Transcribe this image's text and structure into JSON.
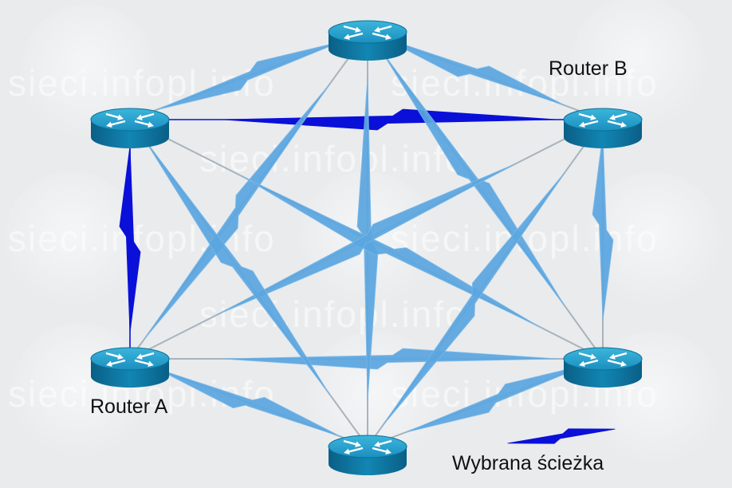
{
  "diagram": {
    "labels": {
      "router_a": "Router A",
      "router_b": "Router B",
      "legend": "Wybrana ścieżka"
    },
    "watermark_text": "sieci.infopl.info",
    "routers": [
      {
        "id": "top"
      },
      {
        "id": "upper-left"
      },
      {
        "id": "upper-right",
        "name": "Router B"
      },
      {
        "id": "lower-left",
        "name": "Router A"
      },
      {
        "id": "lower-right"
      },
      {
        "id": "bottom"
      }
    ],
    "links": [
      {
        "from": "top",
        "to": "upper-left",
        "style": "lightning"
      },
      {
        "from": "top",
        "to": "upper-right",
        "style": "lightning"
      },
      {
        "from": "upper-left",
        "to": "upper-right",
        "style": "lightning",
        "selected": true
      },
      {
        "from": "upper-left",
        "to": "lower-left",
        "style": "lightning",
        "selected": true
      },
      {
        "from": "upper-right",
        "to": "lower-right",
        "style": "lightning"
      },
      {
        "from": "lower-left",
        "to": "lower-right",
        "style": "lightning"
      },
      {
        "from": "lower-left",
        "to": "bottom",
        "style": "lightning"
      },
      {
        "from": "lower-right",
        "to": "bottom",
        "style": "lightning"
      },
      {
        "from": "top",
        "to": "lower-left",
        "style": "lightning"
      },
      {
        "from": "top",
        "to": "bottom",
        "style": "lightning"
      },
      {
        "from": "top",
        "to": "lower-right",
        "style": "lightning"
      },
      {
        "from": "upper-left",
        "to": "lower-right",
        "style": "lightning"
      },
      {
        "from": "upper-right",
        "to": "lower-left",
        "style": "lightning"
      },
      {
        "from": "upper-left",
        "to": "bottom",
        "style": "lightning"
      },
      {
        "from": "upper-right",
        "to": "bottom",
        "style": "lightning"
      }
    ],
    "colors": {
      "background": "#e9ebed",
      "plain_link": "#a9b3bc",
      "lightning": "#5aa6e0",
      "lightning_edge": "#7ab8ea",
      "selected": "#0a10d8",
      "router_top": "#2aa0c9",
      "router_side": "#0b6f96",
      "router_arrows": "#ffffff"
    }
  }
}
